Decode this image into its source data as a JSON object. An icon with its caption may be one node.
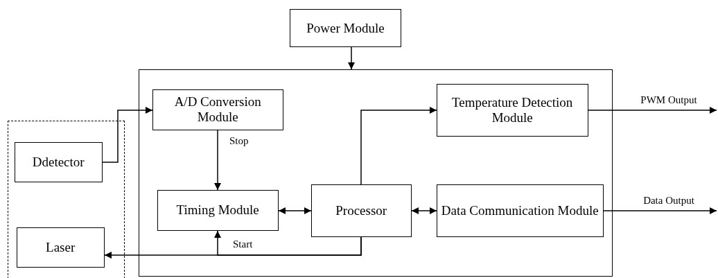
{
  "diagram": {
    "nodes": [
      {
        "text": [
          "Power Module"
        ]
      },
      {
        "text": [],
        "shape": "box"
      },
      {
        "text": [
          "A/D Conversion Module"
        ],
        "in": 1
      },
      {
        "text": [
          "Temperature Detection Module"
        ],
        "in": 1
      },
      {
        "text": [],
        "shape": "box"
      },
      {
        "text": [
          "Ddetector"
        ],
        "in": 4
      },
      {
        "text": [
          "Timing Module"
        ],
        "in": 1
      },
      {
        "text": [
          "Processor"
        ],
        "in": 1
      },
      {
        "text": [
          "Data Communication Module"
        ],
        "in": 1
      },
      {
        "text": [
          "Laser"
        ],
        "in": 4
      }
    ],
    "edges": [
      {
        "from": 0,
        "to": 1,
        "arrow": "to"
      },
      {
        "from": 5,
        "to": 2,
        "arrow": "to"
      },
      {
        "from": 2,
        "to": 6,
        "arrow": "to",
        "label": "Stop"
      },
      {
        "from": 6,
        "to": 7,
        "arrow": "both"
      },
      {
        "from": 7,
        "to": 8,
        "arrow": "both"
      },
      {
        "from": 7,
        "to": 3,
        "arrow": "to"
      },
      {
        "from": 7,
        "to": 9,
        "arrow": "to"
      },
      {
        "from": 7,
        "to": 6,
        "arrow": "to",
        "label": "Start"
      },
      {
        "from": 3,
        "to": null,
        "arrow": "to",
        "label": "PWM Output"
      },
      {
        "from": 8,
        "to": null,
        "arrow": "to",
        "label": "Data Output"
      }
    ]
  }
}
